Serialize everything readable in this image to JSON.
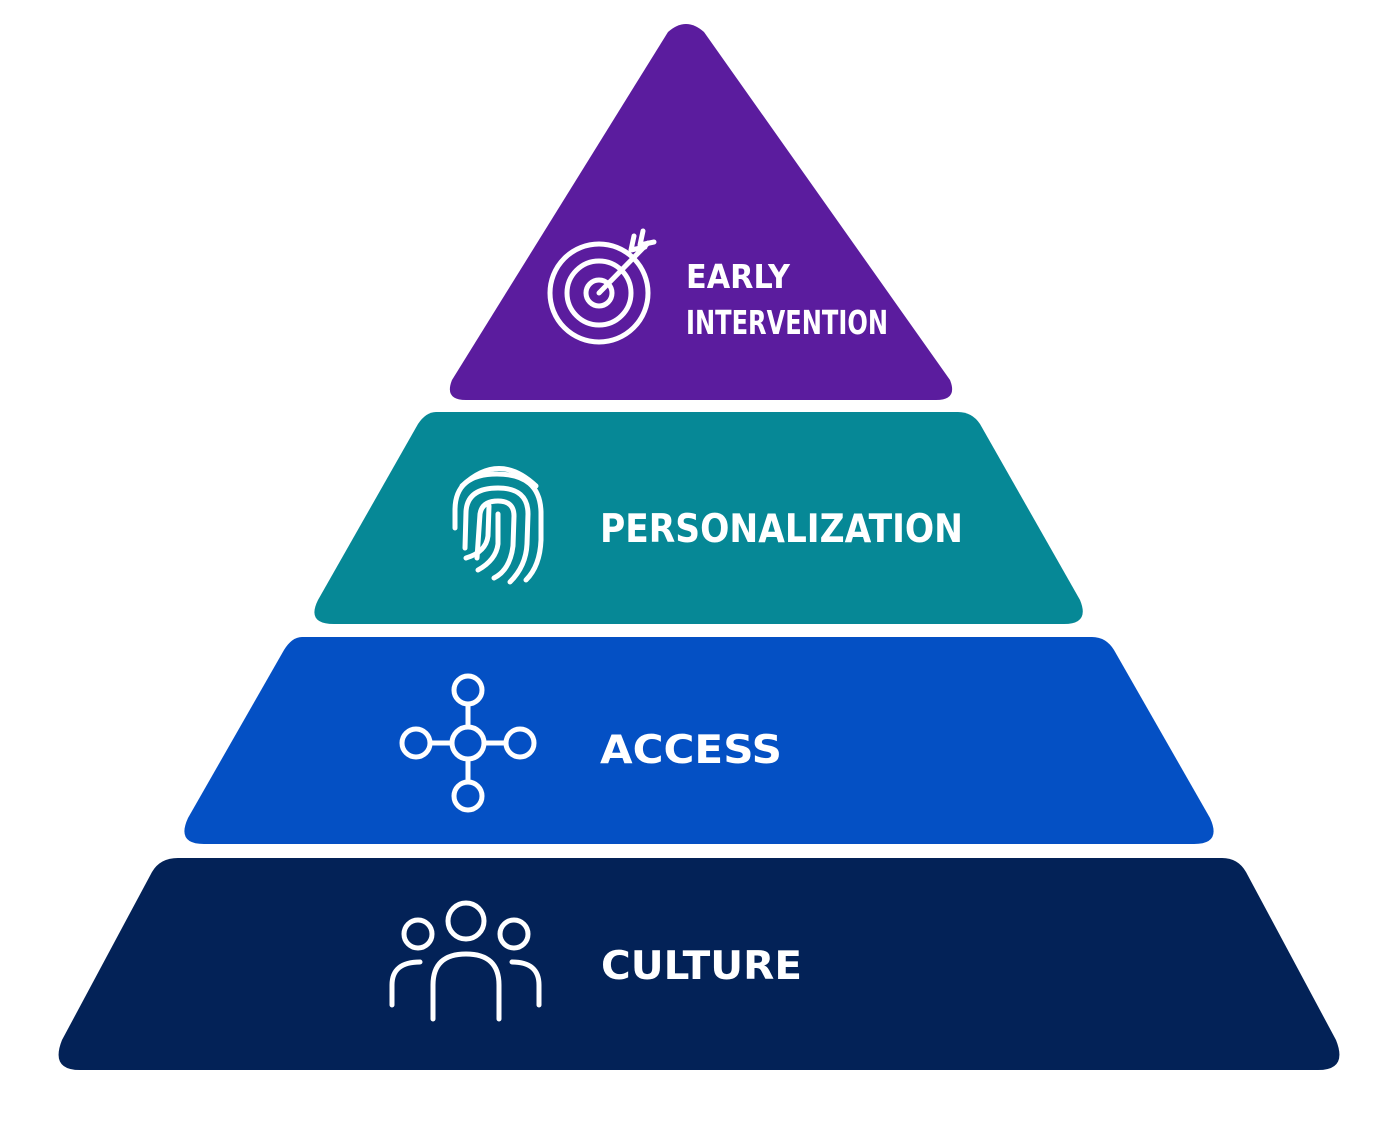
{
  "pyramid": {
    "tiers": [
      {
        "id": "early-intervention",
        "label_lines": [
          "EARLY",
          "INTERVENTION"
        ],
        "icon": "target-icon",
        "color": "#5b1c9e"
      },
      {
        "id": "personalization",
        "label_lines": [
          "PERSONALIZATION"
        ],
        "icon": "fingerprint-icon",
        "color": "#068896"
      },
      {
        "id": "access",
        "label_lines": [
          "ACCESS"
        ],
        "icon": "network-icon",
        "color": "#0450c4"
      },
      {
        "id": "culture",
        "label_lines": [
          "CULTURE"
        ],
        "icon": "people-icon",
        "color": "#032257"
      }
    ]
  }
}
